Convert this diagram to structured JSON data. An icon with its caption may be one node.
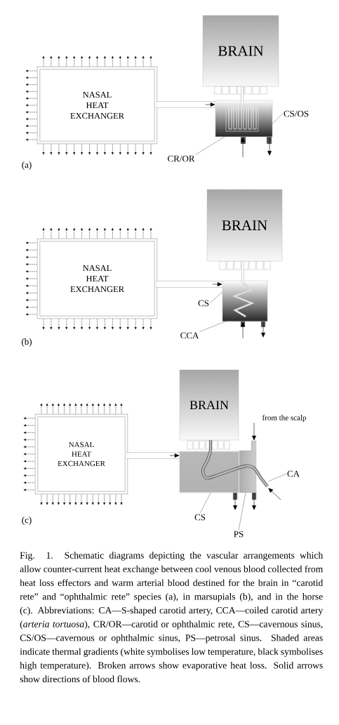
{
  "diagram": {
    "caption": "Fig. 1. Schematic diagrams depicting the vascular arrangements which allow counter-current heat exchange between cool venous blood collected from heat loss effectors and warm arterial blood destined for the brain in “carotid rete” and “ophthalmic rete” species (a), in marsupials (b), and in the horse (c). Abbreviations: CA—S-shaped carotid artery, CCA—coiled carotid artery (*arteria tortuosa*), CR/OR—carotid or ophthalmic rete, CS—cavernous sinus, CS/OS—cavernous or ophthalmic sinus, PS—petrosal sinus. Shaded areas indicate thermal gradients (white symbolises low temperature, black symbolises high temperature). Broken arrows show evaporative heat loss. Solid arrows show directions of blood flows.",
    "nodes": [
      {
        "text": [
          "NASAL HEAT EXCHANGER"
        ]
      },
      {
        "text": [
          "BRAIN"
        ]
      },
      {
        "text": [],
        "shape": "box"
      },
      {
        "text": [],
        "shape": "loops",
        "in": 2
      },
      {
        "text": [
          "CS/OS"
        ]
      },
      {
        "text": [
          "CR/OR"
        ]
      },
      {
        "text": [
          "NASAL HEAT EXCHANGER"
        ]
      },
      {
        "text": [
          "BRAIN"
        ]
      },
      {
        "text": [],
        "shape": "box"
      },
      {
        "text": [],
        "shape": "coil",
        "in": 8
      },
      {
        "text": [
          "CS"
        ]
      },
      {
        "text": [
          "CCA"
        ]
      },
      {
        "text": [
          "NASAL HEAT EXCHANGER"
        ]
      },
      {
        "text": [
          "BRAIN"
        ]
      },
      {
        "text": [],
        "shape": "box"
      },
      {
        "text": [],
        "shape": "box"
      },
      {
        "text": [],
        "shape": "tube"
      },
      {
        "text": [
          "from the scalp"
        ]
      },
      {
        "text": [
          "CA"
        ]
      },
      {
        "text": [
          "CS"
        ]
      },
      {
        "text": [
          "PS"
        ]
      }
    ],
    "edges": [
      {
        "from": 0,
        "to": 2,
        "arrow": "to",
        "style": "thick",
        "color": "#a6a6a6"
      },
      {
        "from": 3,
        "to": 1,
        "arrow": "none",
        "style": "thick",
        "color": "#a6a6a6"
      },
      {
        "from": 4,
        "to": 2,
        "arrow": "none"
      },
      {
        "from": 5,
        "to": 3,
        "arrow": "none"
      },
      {
        "from": null,
        "to": 2,
        "arrow": "to"
      },
      {
        "from": 2,
        "to": null,
        "arrow": "to"
      },
      {
        "from": 6,
        "to": 8,
        "arrow": "to",
        "style": "thick",
        "color": "#a6a6a6"
      },
      {
        "from": 9,
        "to": 7,
        "arrow": "none",
        "style": "thick",
        "color": "#a6a6a6"
      },
      {
        "from": 10,
        "to": 8,
        "arrow": "none"
      },
      {
        "from": 11,
        "to": 9,
        "arrow": "none"
      },
      {
        "from": null,
        "to": 8,
        "arrow": "to"
      },
      {
        "from": 8,
        "to": null,
        "arrow": "to"
      },
      {
        "from": 12,
        "to": 14,
        "arrow": "to",
        "style": "thick",
        "color": "#a6a6a6"
      },
      {
        "from": 16,
        "to": 13,
        "arrow": "none",
        "style": "thick"
      },
      {
        "from": 17,
        "to": 15,
        "arrow": "to"
      },
      {
        "from": 18,
        "to": 16,
        "arrow": "none"
      },
      {
        "from": 19,
        "to": 14,
        "arrow": "none"
      },
      {
        "from": 20,
        "to": 15,
        "arrow": "none"
      },
      {
        "from": null,
        "to": 16,
        "arrow": "to"
      },
      {
        "from": 14,
        "to": null,
        "arrow": "to"
      },
      {
        "from": 15,
        "to": null,
        "arrow": "to"
      }
    ],
    "labels": [
      "(a)",
      "(b)",
      "(c)"
    ]
  }
}
